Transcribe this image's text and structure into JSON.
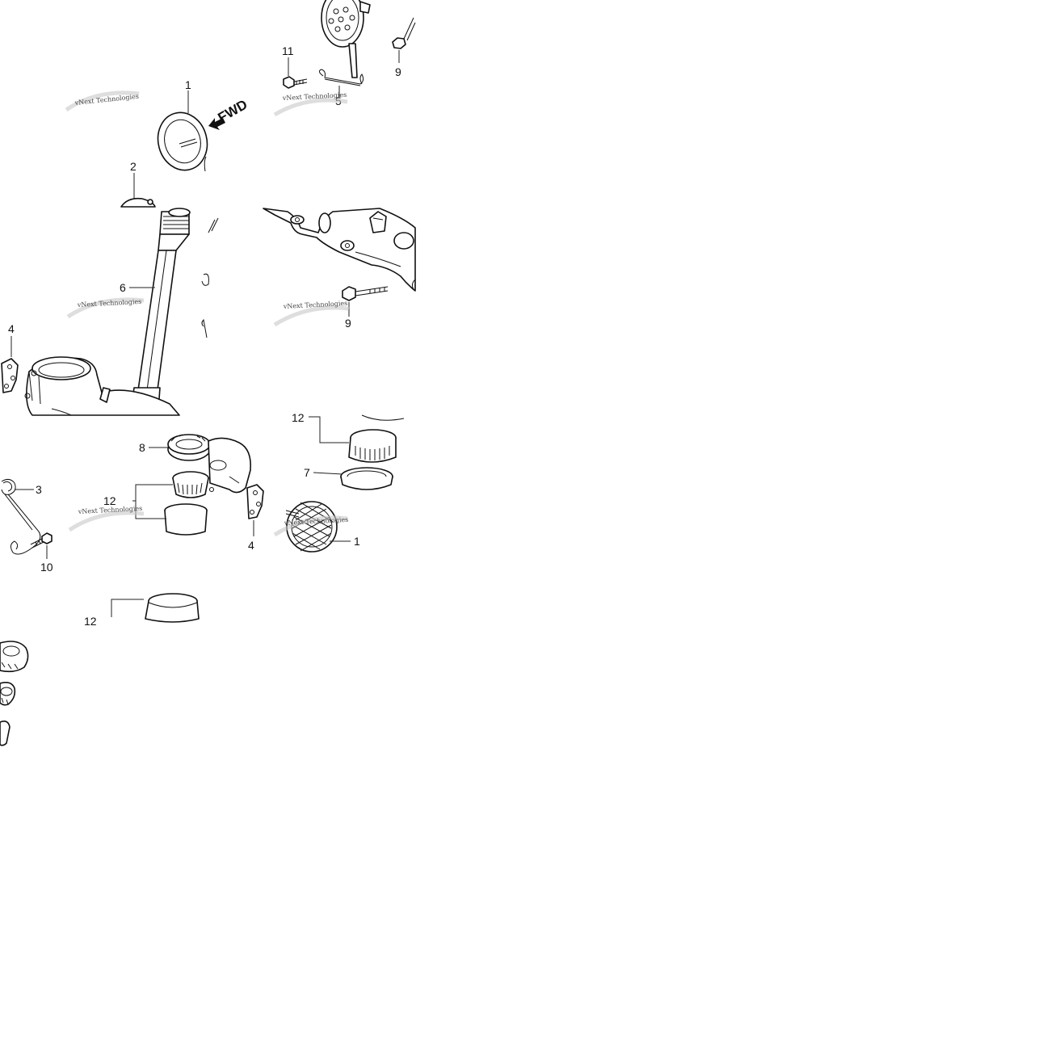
{
  "watermark": {
    "text": "vNext Technologies"
  },
  "forward_marker": {
    "text": "FWD"
  },
  "callouts": {
    "c1_top": "1",
    "c2": "2",
    "c11": "11",
    "c5": "5",
    "c9_top": "9",
    "c6": "6",
    "c4_left": "4",
    "c9_mid": "9",
    "c8": "8",
    "c12_mid": "12",
    "c3": "3",
    "c10": "10",
    "c12_right": "12",
    "c7": "7",
    "c4_right": "4",
    "c1_right": "1",
    "c12_bottom": "12"
  }
}
